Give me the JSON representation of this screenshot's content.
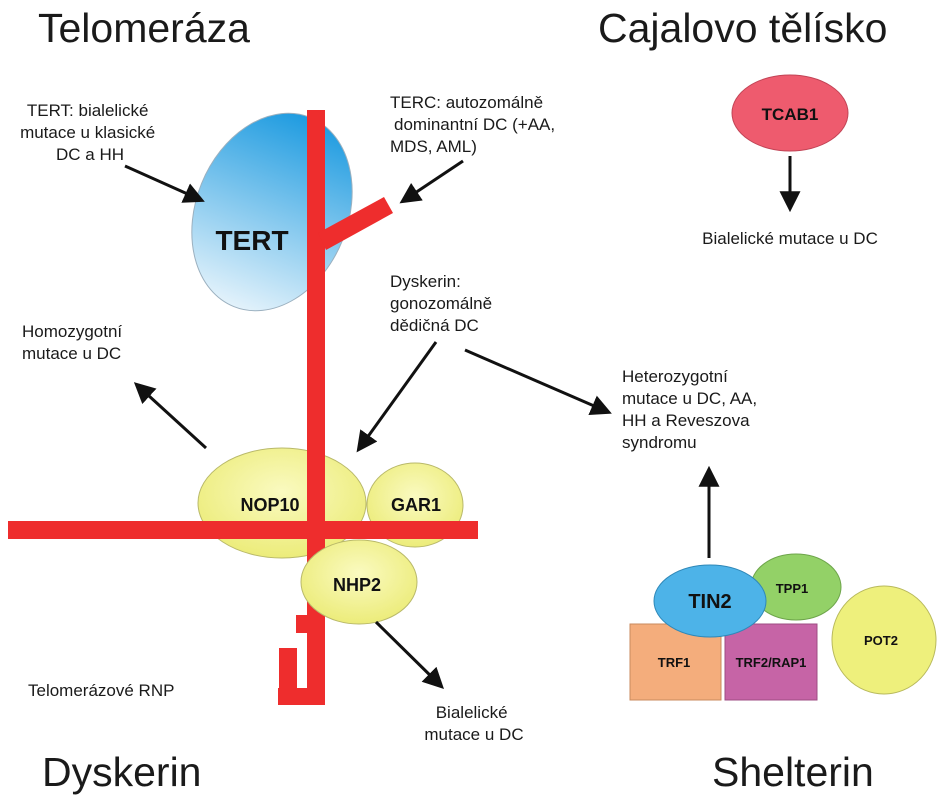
{
  "sections": {
    "telomerase": "Telomeráza",
    "cajal_body": "Cajalovo tělísko",
    "dyskerin": "Dyskerin",
    "shelterin": "Shelterin"
  },
  "proteins": {
    "tert": "TERT",
    "nop10": "NOP10",
    "gar1": "GAR1",
    "nhp2": "NHP2",
    "tcab1": "TCAB1",
    "tin2": "TIN2",
    "tpp1": "TPP1",
    "pot2": "POT2",
    "trf1": "TRF1",
    "trf2_rap1": "TRF2/RAP1"
  },
  "annotations": {
    "tert_note": [
      "TERT: bialelické",
      "mutace u klasické",
      "DC a HH"
    ],
    "terc_note": [
      "TERC: autozomálně",
      "dominantní DC (+AA,",
      "MDS, AML)"
    ],
    "dyskerin_note": [
      "Dyskerin:",
      "gonozomálně",
      "dědičná DC"
    ],
    "homozygous_note": [
      "Homozygotní",
      "mutace u DC"
    ],
    "heterozygous_note": [
      "Heterozygotní",
      "mutace u DC, AA,",
      "HH a Reveszova",
      "syndromu"
    ],
    "tcab1_note": [
      "Bialelické mutace u DC"
    ],
    "nhp2_note": [
      "Bialelické",
      "mutace u DC"
    ],
    "rnp_label": "Telomerázové RNP"
  },
  "colors": {
    "rna_red": "#ee2d2d",
    "tert_blue": "#1e9be0",
    "tert_light": "#dff0fb",
    "yellow": "#f2f28a",
    "tcab1_red": "#ee5b6e",
    "tin2_blue": "#4db3e8",
    "tpp1_green": "#93d167",
    "pot2_yellow": "#eef07c",
    "trf1_orange": "#f4ad7c",
    "trf2_purple": "#c664a6"
  }
}
